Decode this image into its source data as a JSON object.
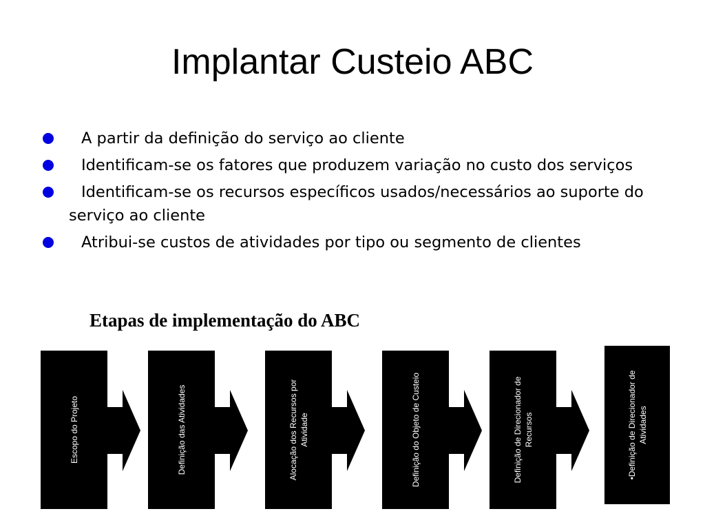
{
  "slide": {
    "title": "Implantar Custeio ABC",
    "bullets": [
      "A partir da definição do serviço ao cliente",
      "Identificam-se os fatores que produzem variação no custo dos serviços",
      "Identificam-se os recursos específicos usados/necessários ao suporte do serviço ao cliente",
      "Atribui-se custos de atividades por tipo ou segmento de clientes"
    ],
    "bullet_color": "#0000e0",
    "diagram_title": "Etapas de implementação do ABC",
    "steps": [
      "Escopo do Projeto",
      "Definição das Atividades",
      "Alocação dos Recursos por Atividade",
      "Definição do Objeto de Custeio",
      "Definição de Direcionador de Recursos",
      "•Definição de Direcionador de Atividades"
    ]
  }
}
